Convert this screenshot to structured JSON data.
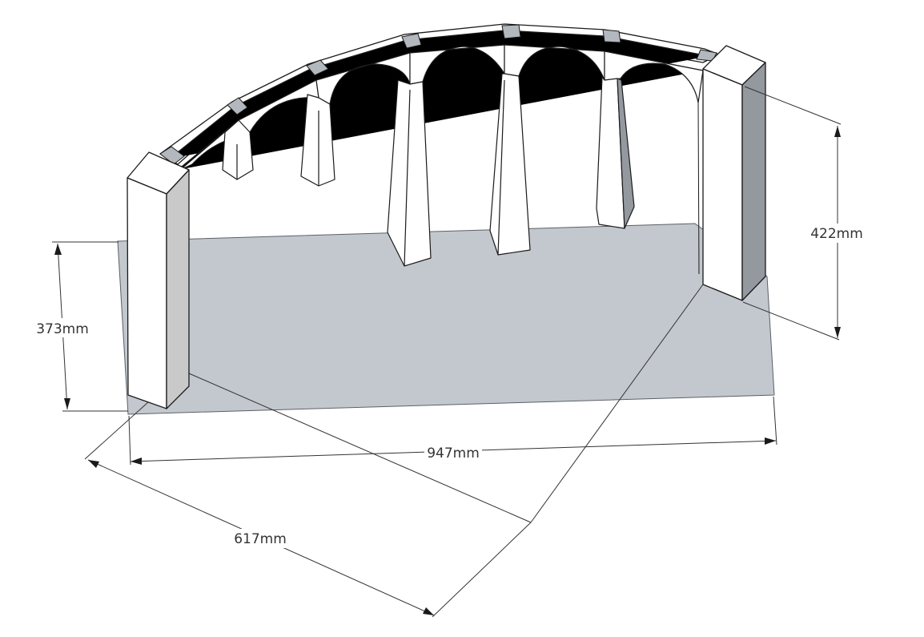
{
  "diagram": {
    "dimensions": {
      "height_left": "373mm",
      "height_right": "422mm",
      "width": "947mm",
      "depth": "617mm"
    },
    "colors": {
      "base": "#c3c8ce",
      "face_white": "#ffffff",
      "side_light": "#c9c9c9",
      "side_dark": "#94989f",
      "arch_segment": "#b3b8bf",
      "line": "#1a1a1a"
    }
  }
}
